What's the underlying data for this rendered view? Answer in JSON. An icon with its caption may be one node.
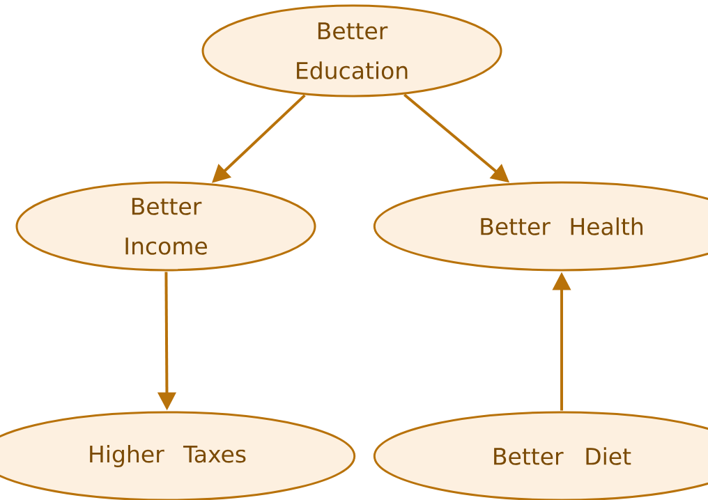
{
  "diagram": {
    "nodes": [
      {
        "text": [
          "Better Education"
        ]
      },
      {
        "text": [
          "Better Income"
        ]
      },
      {
        "text": [
          "Better Health"
        ]
      },
      {
        "text": [
          "Higher Taxes"
        ]
      },
      {
        "text": [
          "Better Diet"
        ]
      }
    ],
    "edges": [
      {
        "from": 0,
        "to": 1,
        "arrow": "to"
      },
      {
        "from": 0,
        "to": 2,
        "arrow": "to"
      },
      {
        "from": 1,
        "to": 3,
        "arrow": "to"
      },
      {
        "from": 4,
        "to": 2,
        "arrow": "to"
      }
    ]
  }
}
